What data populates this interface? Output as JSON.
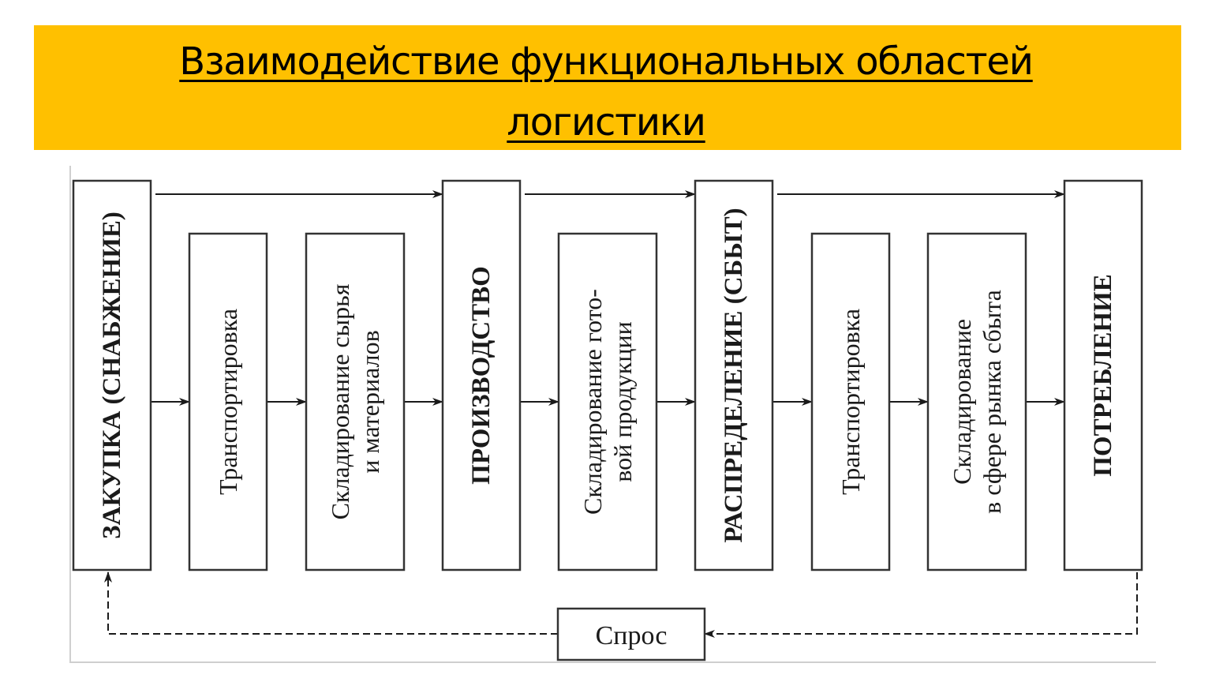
{
  "title": {
    "line1": "Взаимодействие функциональных областей",
    "line2": "логистики"
  },
  "colors": {
    "banner": "#ffc000",
    "stroke": "#333333",
    "text": "#1a1a1a"
  },
  "diagram": {
    "nodes": [
      {
        "id": "zakupka",
        "lines": [
          "ЗАКУПКА (СНАБЖЕНИЕ)"
        ],
        "bold": true,
        "major": true
      },
      {
        "id": "transport1",
        "lines": [
          "Транспортировка"
        ],
        "bold": false,
        "major": false
      },
      {
        "id": "sklad_raw",
        "lines": [
          "Складирование сырья",
          "и материалов"
        ],
        "bold": false,
        "major": false
      },
      {
        "id": "proizvodstvo",
        "lines": [
          "ПРОИЗВОДСТВО"
        ],
        "bold": true,
        "major": true
      },
      {
        "id": "sklad_gp",
        "lines": [
          "Складирование гото-",
          "вой продукции"
        ],
        "bold": false,
        "major": false
      },
      {
        "id": "raspredelenie",
        "lines": [
          "РАСПРЕДЕЛЕНИЕ (СБЫТ)"
        ],
        "bold": true,
        "major": true
      },
      {
        "id": "transport2",
        "lines": [
          "Транспортировка"
        ],
        "bold": false,
        "major": false
      },
      {
        "id": "sklad_market",
        "lines": [
          "Складирование",
          "в сфере рынка сбыта"
        ],
        "bold": false,
        "major": false
      },
      {
        "id": "potreblenie",
        "lines": [
          "ПОТРЕБЛЕНИЕ"
        ],
        "bold": true,
        "major": true
      }
    ],
    "feedback": {
      "label": "Спрос",
      "from": "potreblenie",
      "to": "zakupka",
      "style": "dashed"
    },
    "flow": "left-to-right",
    "top_links": [
      [
        "zakupka",
        "proizvodstvo"
      ],
      [
        "proizvodstvo",
        "raspredelenie"
      ],
      [
        "raspredelenie",
        "potreblenie"
      ]
    ]
  }
}
